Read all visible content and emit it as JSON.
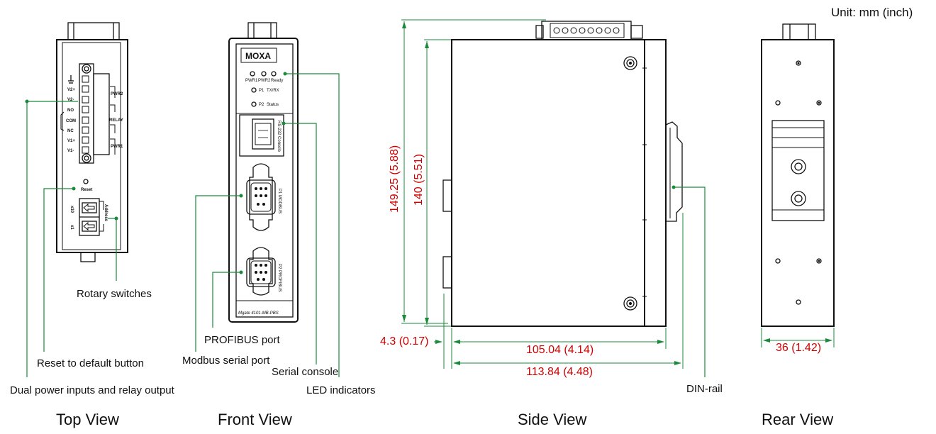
{
  "unit_label": "Unit: mm (inch)",
  "views": {
    "top": "Top View",
    "front": "Front View",
    "side": "Side View",
    "rear": "Rear View"
  },
  "callouts": {
    "rotary_switches": "Rotary switches",
    "reset_button": "Reset to default button",
    "dual_power": "Dual power inputs and relay output",
    "profibus_port": "PROFIBUS port",
    "modbus_port": "Modbus serial port",
    "serial_console": "Serial console",
    "led_indicators": "LED indicators",
    "din_rail": "DIN-rail"
  },
  "dimensions": {
    "height_total": "149.25 (5.88)",
    "height_body": "140 (5.51)",
    "offset": "4.3 (0.17)",
    "depth_body": "105.04 (4.14)",
    "depth_total": "113.84 (4.48)",
    "width": "36 (1.42)"
  },
  "device_text": {
    "brand": "MOXA",
    "model": "Mgate 4101-MB-PBS",
    "led_pwr1": "PWR1",
    "led_pwr2": "PWR2",
    "led_ready": "Ready",
    "led_p1": "P1",
    "led_txrx": "TX/RX",
    "led_p2": "P2",
    "led_status": "Status",
    "console_label": "RS-232 Console",
    "p1_label": "P1 MODBUS",
    "p2_label": "P2 PROFIBUS",
    "term_v2p": "V2+",
    "term_v2m": "V2-",
    "term_no": "NO",
    "term_com": "COM",
    "term_nc": "NC",
    "term_v1p": "V1+",
    "term_v1m": "V1-",
    "grp_pwr2": "PWR2",
    "grp_relay": "RELAY",
    "grp_pwr1": "PWR1",
    "reset_label": "Reset",
    "address_label": "Address",
    "x10_label": "x10",
    "x1_label": "x1"
  },
  "colors": {
    "dimension_red": "#d00000",
    "callout_green": "#1a8a3a",
    "outline": "#111111"
  }
}
